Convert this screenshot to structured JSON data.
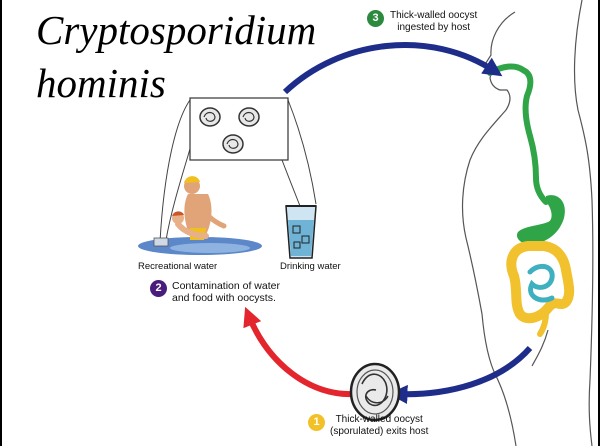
{
  "title": {
    "line1": "Cryptosporidium",
    "line2": "hominis"
  },
  "steps": [
    {
      "number": "1",
      "line1": "Thick-walled oocyst",
      "line2": "(sporulated) exits host",
      "color": "#f2c128"
    },
    {
      "number": "2",
      "line1": "Contamination of water",
      "line2": "and food with oocysts.",
      "color": "#4a1c7c"
    },
    {
      "number": "3",
      "line1": "Thick-walled oocyst",
      "line2": "ingested by host",
      "color": "#2c8a3e"
    }
  ],
  "sources": {
    "recreational": "Recreational water",
    "drinking": "Drinking water"
  },
  "colors": {
    "arrow_blue": "#1f2d8a",
    "arrow_red": "#e3262e",
    "digestive_green": "#2fa548",
    "intestine_yellow": "#f2c12e",
    "intestine_teal": "#3fb0bf"
  },
  "icons": [
    "oocyst-icon",
    "swimmer-figure",
    "water-glass-icon",
    "human-silhouette",
    "digestive-tract"
  ]
}
